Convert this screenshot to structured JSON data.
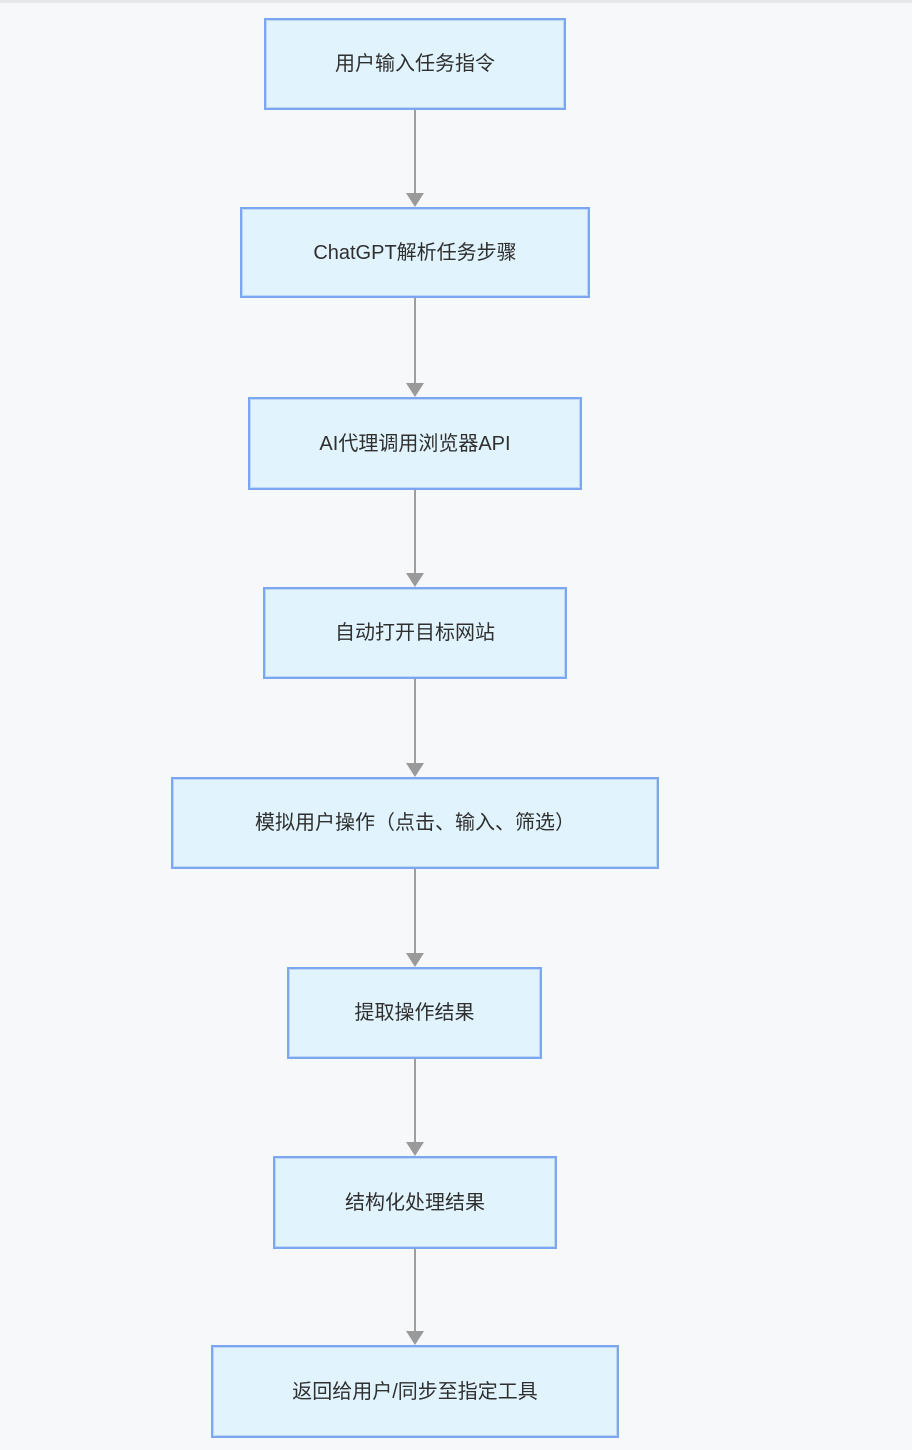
{
  "diagram": {
    "type": "flowchart",
    "direction": "top-down",
    "nodes": [
      {
        "id": "n1",
        "label": "用户输入任务指令"
      },
      {
        "id": "n2",
        "label": "ChatGPT解析任务步骤"
      },
      {
        "id": "n3",
        "label": "AI代理调用浏览器API"
      },
      {
        "id": "n4",
        "label": "自动打开目标网站"
      },
      {
        "id": "n5",
        "label": "模拟用户操作（点击、输入、筛选）"
      },
      {
        "id": "n6",
        "label": "提取操作结果"
      },
      {
        "id": "n7",
        "label": "结构化处理结果"
      },
      {
        "id": "n8",
        "label": "返回给用户/同步至指定工具"
      }
    ],
    "edges": [
      {
        "from": "n1",
        "to": "n2"
      },
      {
        "from": "n2",
        "to": "n3"
      },
      {
        "from": "n3",
        "to": "n4"
      },
      {
        "from": "n4",
        "to": "n5"
      },
      {
        "from": "n5",
        "to": "n6"
      },
      {
        "from": "n6",
        "to": "n7"
      },
      {
        "from": "n7",
        "to": "n8"
      }
    ],
    "colors": {
      "background": "#f7f8fa",
      "top_strip": "#e8e8e8",
      "node_fill": "#e1f4fd",
      "node_border": "#7da6f0",
      "node_inner_highlight": "#bcd8f9",
      "arrow": "#9a9a9a",
      "text": "#2f2f2f"
    }
  }
}
